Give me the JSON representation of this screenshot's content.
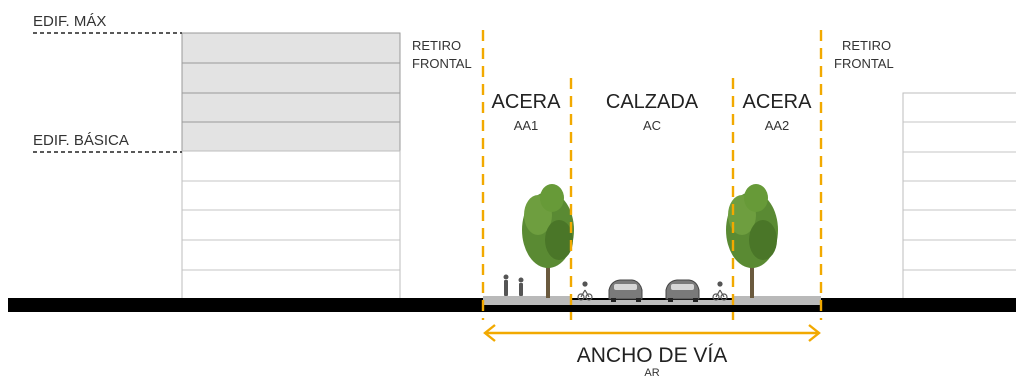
{
  "labels": {
    "edif_max": "EDIF. MÁX",
    "edif_basica": "EDIF. BÁSICA",
    "retiro_left_line1": "RETIRO",
    "retiro_left_line2": "FRONTAL",
    "retiro_right_line1": "RETIRO",
    "retiro_right_line2": "FRONTAL",
    "acera_left": "ACERA",
    "acera_left_code": "AA1",
    "calzada": "CALZADA",
    "calzada_code": "AC",
    "acera_right": "ACERA",
    "acera_right_code": "AA2",
    "ancho_de_via": "ANCHO DE VÍA",
    "ancho_de_via_code": "AR"
  },
  "icons": {
    "tree": "tree-icon",
    "car": "car-icon",
    "cyclist": "cyclist-icon",
    "pedestrian": "pedestrian-icon"
  },
  "colors": {
    "guide_orange": "#f2a900",
    "ground": "#000000",
    "building_upper_fill": "#e3e3e3",
    "sidewalk": "#b9b9b9",
    "tree_green": "#4f7a2c",
    "text": "#333333"
  }
}
